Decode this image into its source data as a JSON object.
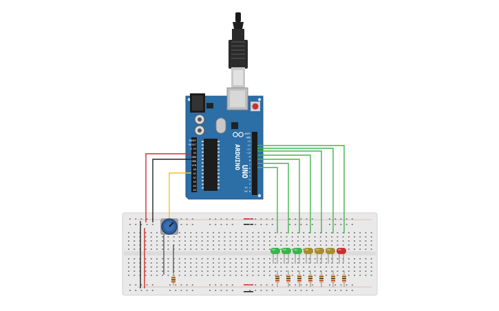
{
  "board": {
    "brand": "ARDUINO",
    "model": "UNO",
    "left_header_labels": [
      "IOREF",
      "RESET",
      "3.3V",
      "5V",
      "GND",
      "GND",
      "VIN",
      "A0",
      "A1",
      "A2",
      "A3",
      "A4",
      "A5"
    ],
    "right_header_labels": [
      "AREF",
      "GND",
      "13",
      "12",
      "~11",
      "~10",
      "~9",
      "8",
      "7",
      "~6",
      "~5",
      "4",
      "~3",
      "2",
      "TX 1",
      "RX 0"
    ]
  },
  "leds": [
    {
      "color": "green"
    },
    {
      "color": "green"
    },
    {
      "color": "green"
    },
    {
      "color": "yellow"
    },
    {
      "color": "yellow"
    },
    {
      "color": "yellow"
    },
    {
      "color": "red"
    }
  ],
  "colors": {
    "board": "#2c6ea6",
    "breadboard": "#e9e9e9",
    "wire_green": "#3fb54a",
    "wire_red": "#d42a2a",
    "wire_black": "#222222",
    "wire_yellow": "#f2c21b",
    "led_green": "#3bb44a",
    "led_yellow": "#a68d2d",
    "led_red": "#c9312b",
    "pot_knob": "#2f5f9e"
  },
  "icons": [
    "usb-plug-icon",
    "potentiometer-icon",
    "resistor-icon",
    "led-icon"
  ]
}
